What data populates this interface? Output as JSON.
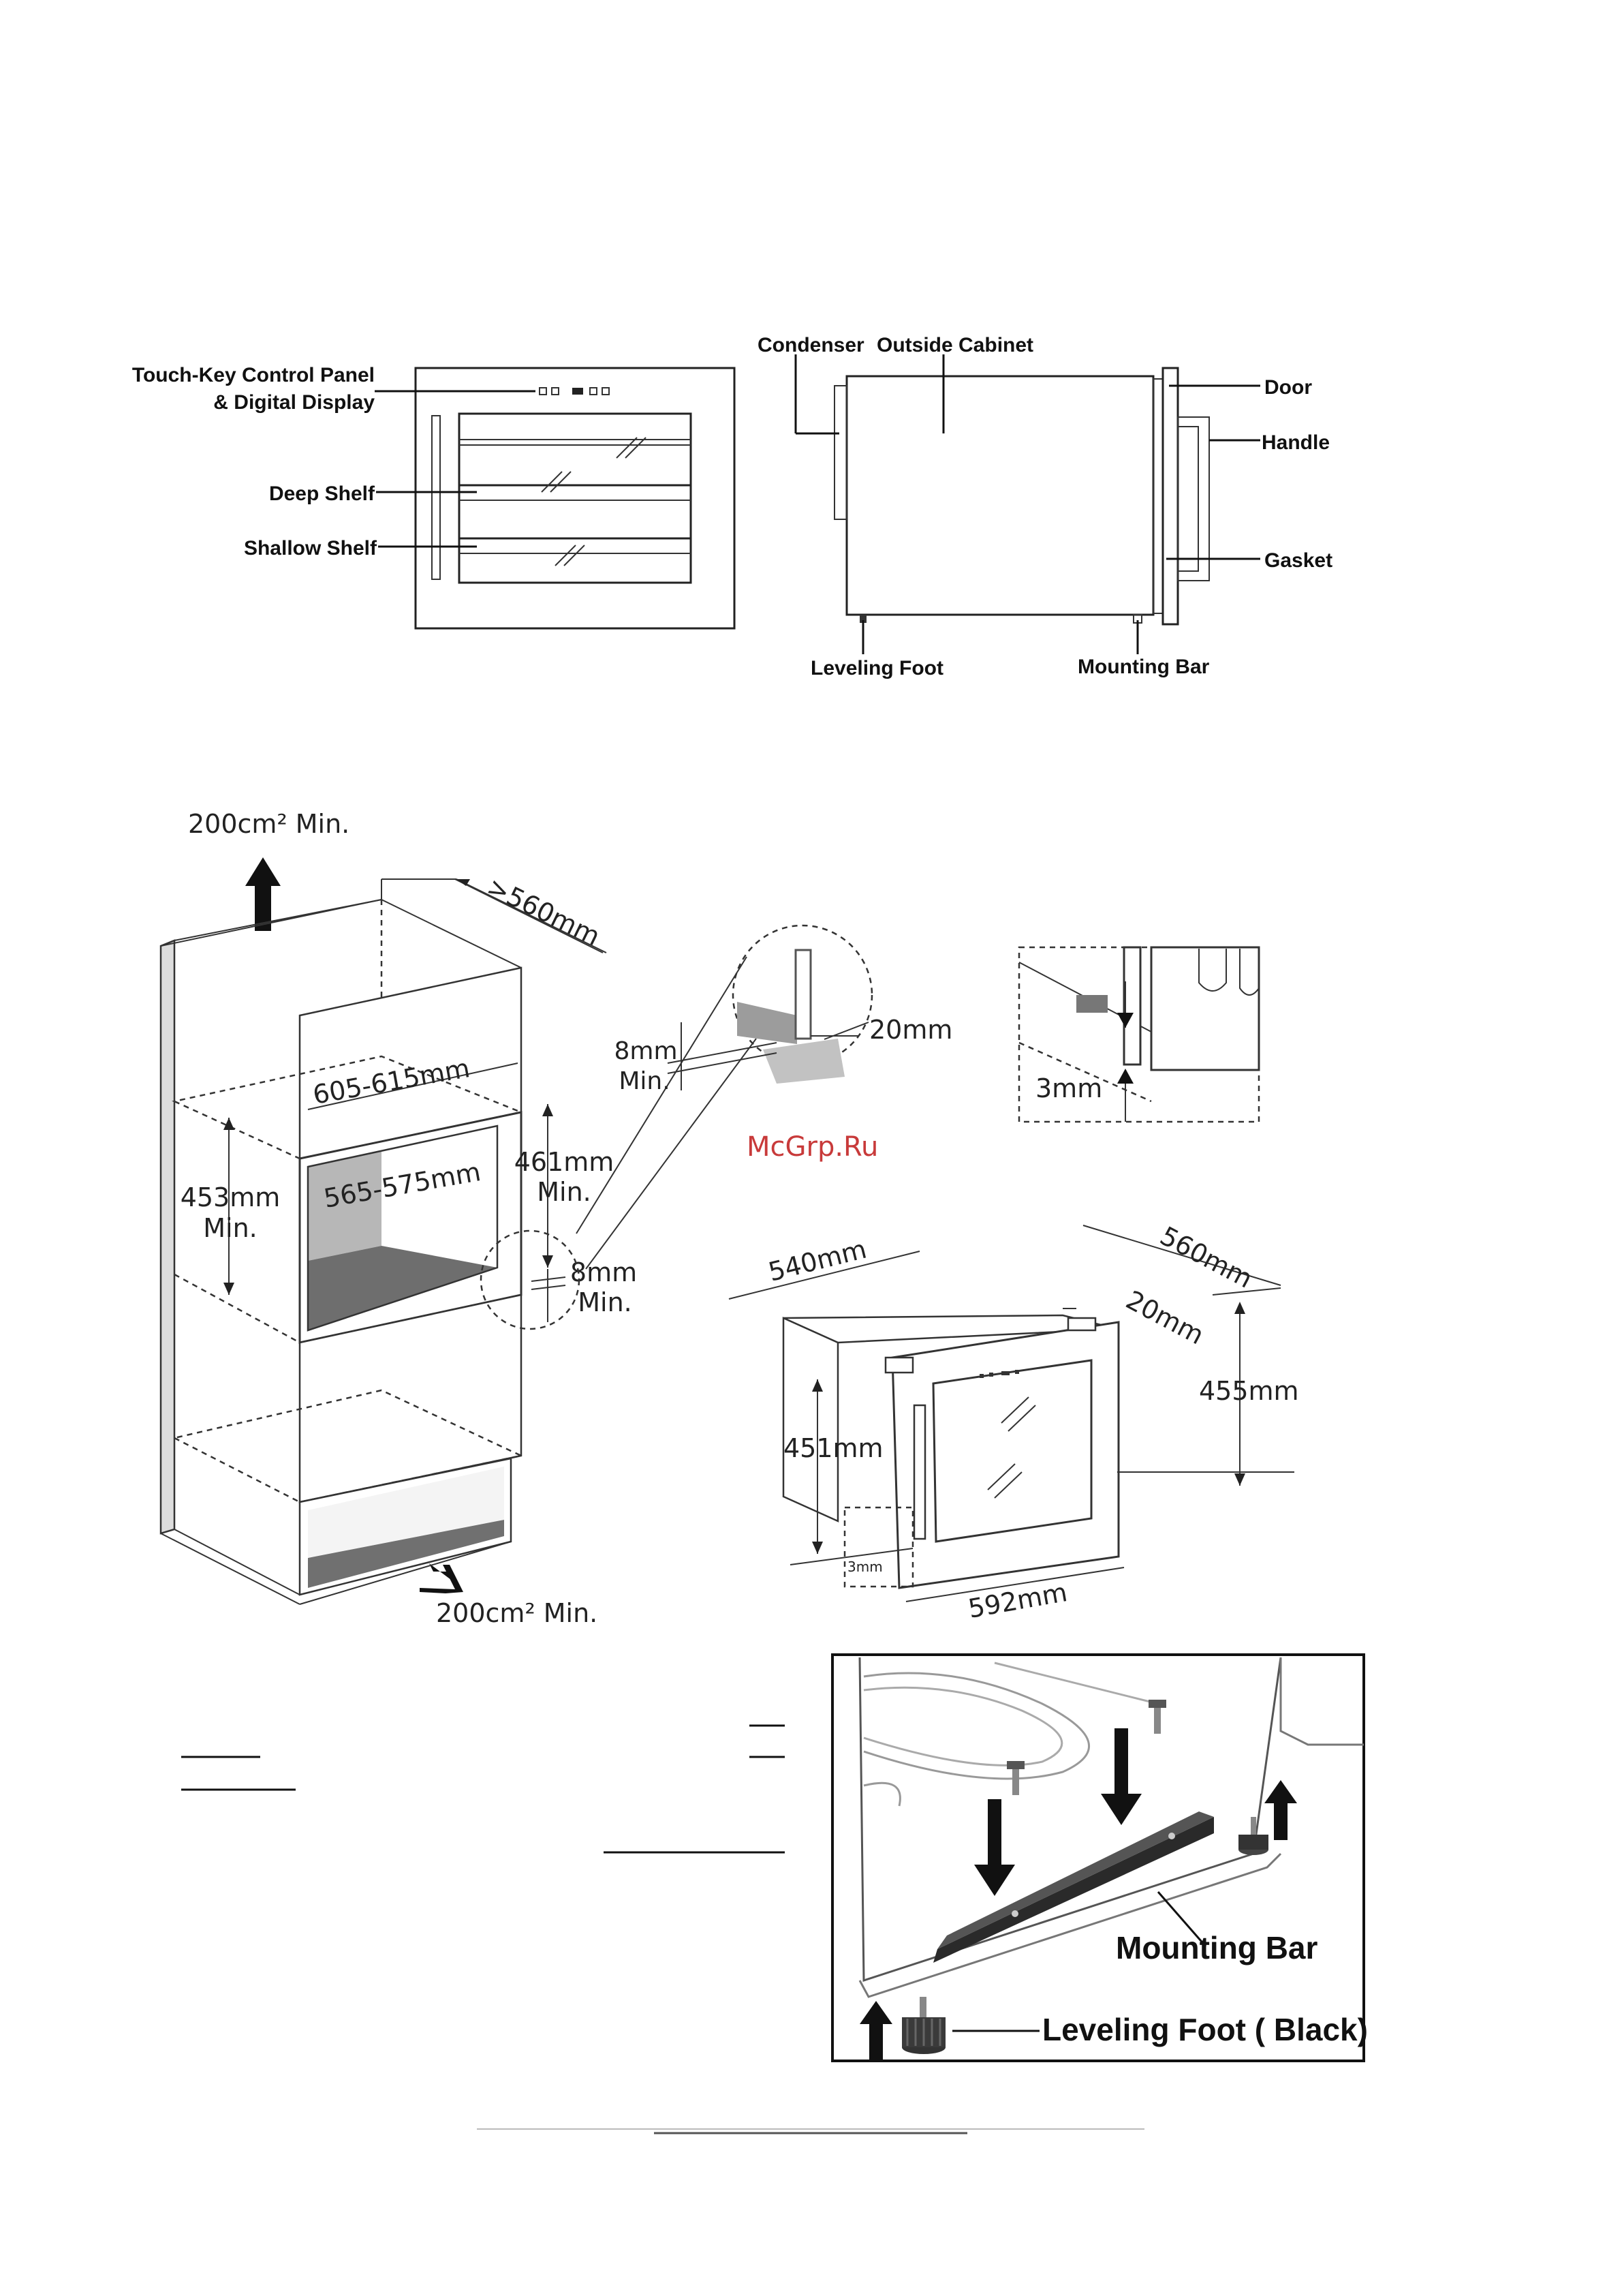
{
  "front_view": {
    "labels": {
      "control_panel_line1": "Touch-Key Control Panel",
      "control_panel_line2": "& Digital Display",
      "deep_shelf": "Deep Shelf",
      "shallow_shelf": "Shallow Shelf"
    }
  },
  "side_view": {
    "labels": {
      "condenser": "Condenser",
      "outside_cabinet": "Outside Cabinet",
      "door": "Door",
      "handle": "Handle",
      "gasket": "Gasket",
      "leveling_foot": "Leveling Foot",
      "mounting_bar": "Mounting Bar"
    }
  },
  "installation_diagram": {
    "vent_top": "200cm² Min.",
    "vent_bottom": "200cm² Min.",
    "depth": ">560mm",
    "width": "605-615mm",
    "inner_width": "565-575mm",
    "height_left_line1": "453mm",
    "height_left_line2": "Min.",
    "height_right_line1": "461mm",
    "height_right_line2": "Min.",
    "gap_line1": "8mm",
    "gap_line2": "Min.",
    "detail_gap_line1": "8mm",
    "detail_gap_line2": "Min.",
    "detail_offset": "20mm",
    "foot_gap": "3mm"
  },
  "unit_dimensions": {
    "width_top": "540mm",
    "depth": "560mm",
    "door_depth": "20mm",
    "total_height": "455mm",
    "body_height": "451mm",
    "front_width": "592mm",
    "foot_gap": "3mm"
  },
  "watermark": "McGrp.Ru",
  "mounting_photo": {
    "mounting_bar": "Mounting Bar",
    "leveling_foot": "Leveling Foot ( Black)"
  }
}
